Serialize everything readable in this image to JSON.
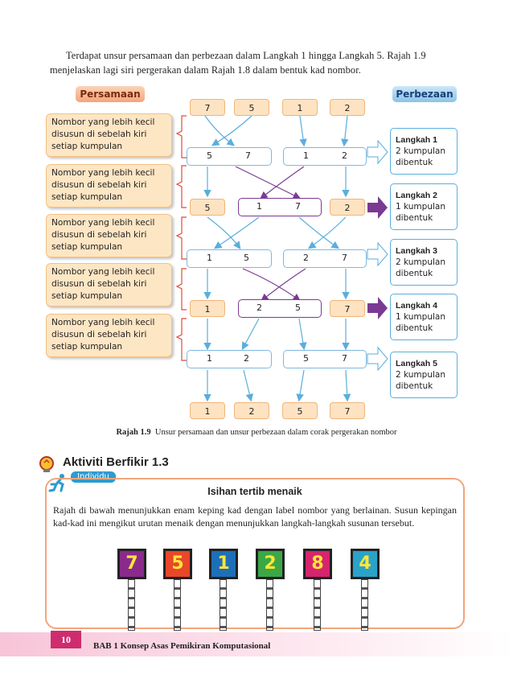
{
  "intro": {
    "line1": "Terdapat unsur persamaan dan perbezaan dalam Langkah 1 hingga Langkah 5. Rajah 1.9",
    "line2": "menjelaskan lagi siri pergerakan dalam Rajah 1.8 dalam bentuk kad nombor."
  },
  "figure": {
    "tag_left": "Persamaan",
    "tag_right": "Perbezaan",
    "similarities": [
      "Nombor yang lebih kecil disusun di sebelah kiri setiap kumpulan",
      "Nombor yang lebih kecil disusun di sebelah kiri setiap kumpulan",
      "Nombor yang lebih kecil disusun di sebelah kiri setiap kumpulan",
      "Nombor yang lebih kecil disusun di sebelah kiri setiap kumpulan",
      "Nombor yang lebih kecil disusun di sebelah kiri setiap kumpulan"
    ],
    "row0": [
      "7",
      "5",
      "1",
      "2"
    ],
    "row1": [
      "5",
      "7",
      "1",
      "2"
    ],
    "row2": [
      "5",
      "1",
      "7",
      "2"
    ],
    "row3": [
      "1",
      "5",
      "2",
      "7"
    ],
    "row4": [
      "1",
      "2",
      "5",
      "7"
    ],
    "row5": [
      "1",
      "2",
      "5",
      "7"
    ],
    "row6": [
      "1",
      "2",
      "5",
      "7"
    ],
    "steps": [
      {
        "title": "Langkah 1",
        "line1": "2 kumpulan",
        "line2": "dibentuk"
      },
      {
        "title": "Langkah 2",
        "line1": "1 kumpulan",
        "line2": "dibentuk"
      },
      {
        "title": "Langkah 3",
        "line1": "2 kumpulan",
        "line2": "dibentuk"
      },
      {
        "title": "Langkah 4",
        "line1": "1 kumpulan",
        "line2": "dibentuk"
      },
      {
        "title": "Langkah 5",
        "line1": "2 kumpulan",
        "line2": "dibentuk"
      }
    ],
    "caption_label": "Rajah 1.9",
    "caption_text": "Unsur persamaan dan unsur perbezaan dalam corak pergerakan nombor"
  },
  "activity": {
    "title": "Aktiviti Berfikir 1.3",
    "mode": "Individu",
    "heading": "Isihan tertib menaik",
    "text": "Rajah di bawah menunjukkan enam keping kad dengan label nombor yang berlainan. Susun kepingan kad-kad ini mengikut urutan menaik dengan menunjukkan langkah-langkah susunan tersebut.",
    "cards": [
      {
        "label": "7",
        "color": "#8b2a8c"
      },
      {
        "label": "5",
        "color": "#e8472a"
      },
      {
        "label": "1",
        "color": "#1d6fb8"
      },
      {
        "label": "2",
        "color": "#3aa845"
      },
      {
        "label": "8",
        "color": "#d6246e"
      },
      {
        "label": "4",
        "color": "#2aa3c9"
      }
    ]
  },
  "footer": {
    "page_number": "10",
    "chapter": "BAB 1  Konsep Asas Pemikiran Komputasional"
  },
  "colors": {
    "accent_orange": "#f3a57c",
    "accent_blue": "#5aaedc",
    "accent_purple": "#7a3a93",
    "accent_pink": "#cf2c6e"
  }
}
